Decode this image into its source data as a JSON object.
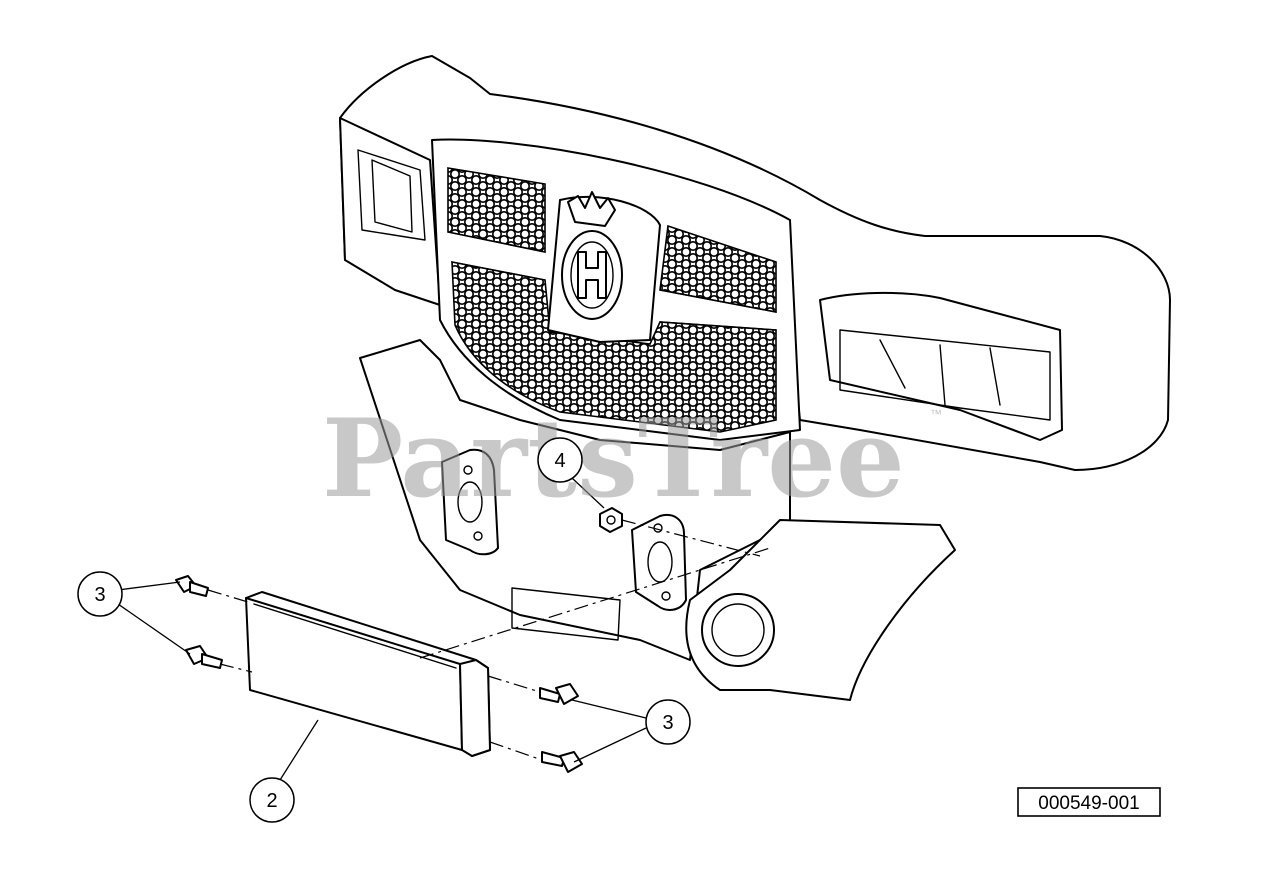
{
  "watermark": {
    "text": "PartsTree",
    "trademark": "™"
  },
  "reference_number": "000549-001",
  "callouts": [
    {
      "id": "callout-2",
      "label": "2"
    },
    {
      "id": "callout-3-left",
      "label": "3"
    },
    {
      "id": "callout-3-right",
      "label": "3"
    },
    {
      "id": "callout-4",
      "label": "4"
    }
  ]
}
